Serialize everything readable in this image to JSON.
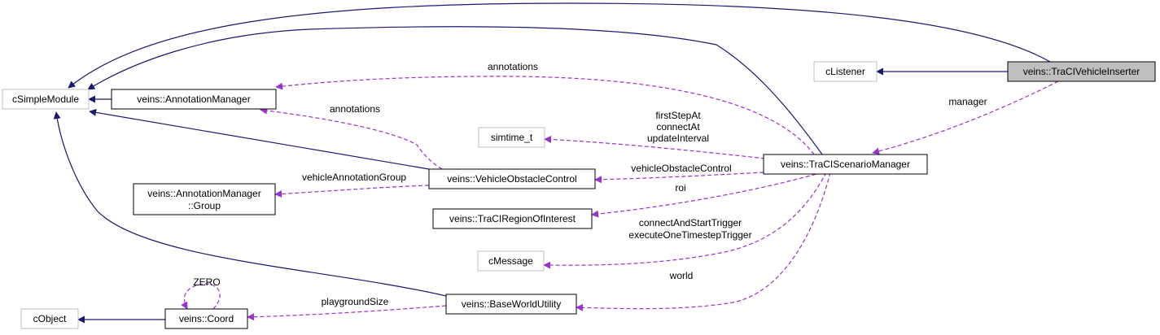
{
  "nodes": {
    "vehicle_inserter": "veins::TraCIVehicleInserter",
    "clistener": "cListener",
    "csimplemodule": "cSimpleModule",
    "annotation_manager": "veins::AnnotationManager",
    "simtime_t": "simtime_t",
    "scenario_manager": "veins::TraCIScenarioManager",
    "annotation_group_line1": "veins::AnnotationManager",
    "annotation_group_line2": "::Group",
    "vehicle_obstacle_control": "veins::VehicleObstacleControl",
    "region_of_interest": "veins::TraCIRegionOfInterest",
    "cmessage": "cMessage",
    "cobject": "cObject",
    "coord": "veins::Coord",
    "base_world_utility": "veins::BaseWorldUtility"
  },
  "edge_labels": {
    "annotations_top": "annotations",
    "annotations_mid": "annotations",
    "manager": "manager",
    "first_step_at": "firstStepAt",
    "connect_at": "connectAt",
    "update_interval": "updateInterval",
    "vehicle_obstacle_control": "vehicleObstacleControl",
    "vehicle_annotation_group": "vehicleAnnotationGroup",
    "roi": "roi",
    "connect_and_start_trigger": "connectAndStartTrigger",
    "execute_one_timestep_trigger": "executeOneTimestepTrigger",
    "world": "world",
    "zero": "ZERO",
    "playground_size": "playgroundSize"
  },
  "colors": {
    "inheritance_edge": "#191970",
    "usage_edge": "#9a32cd",
    "focus_node_fill": "#bfbfbf",
    "external_node_border": "#bfbfbf"
  }
}
